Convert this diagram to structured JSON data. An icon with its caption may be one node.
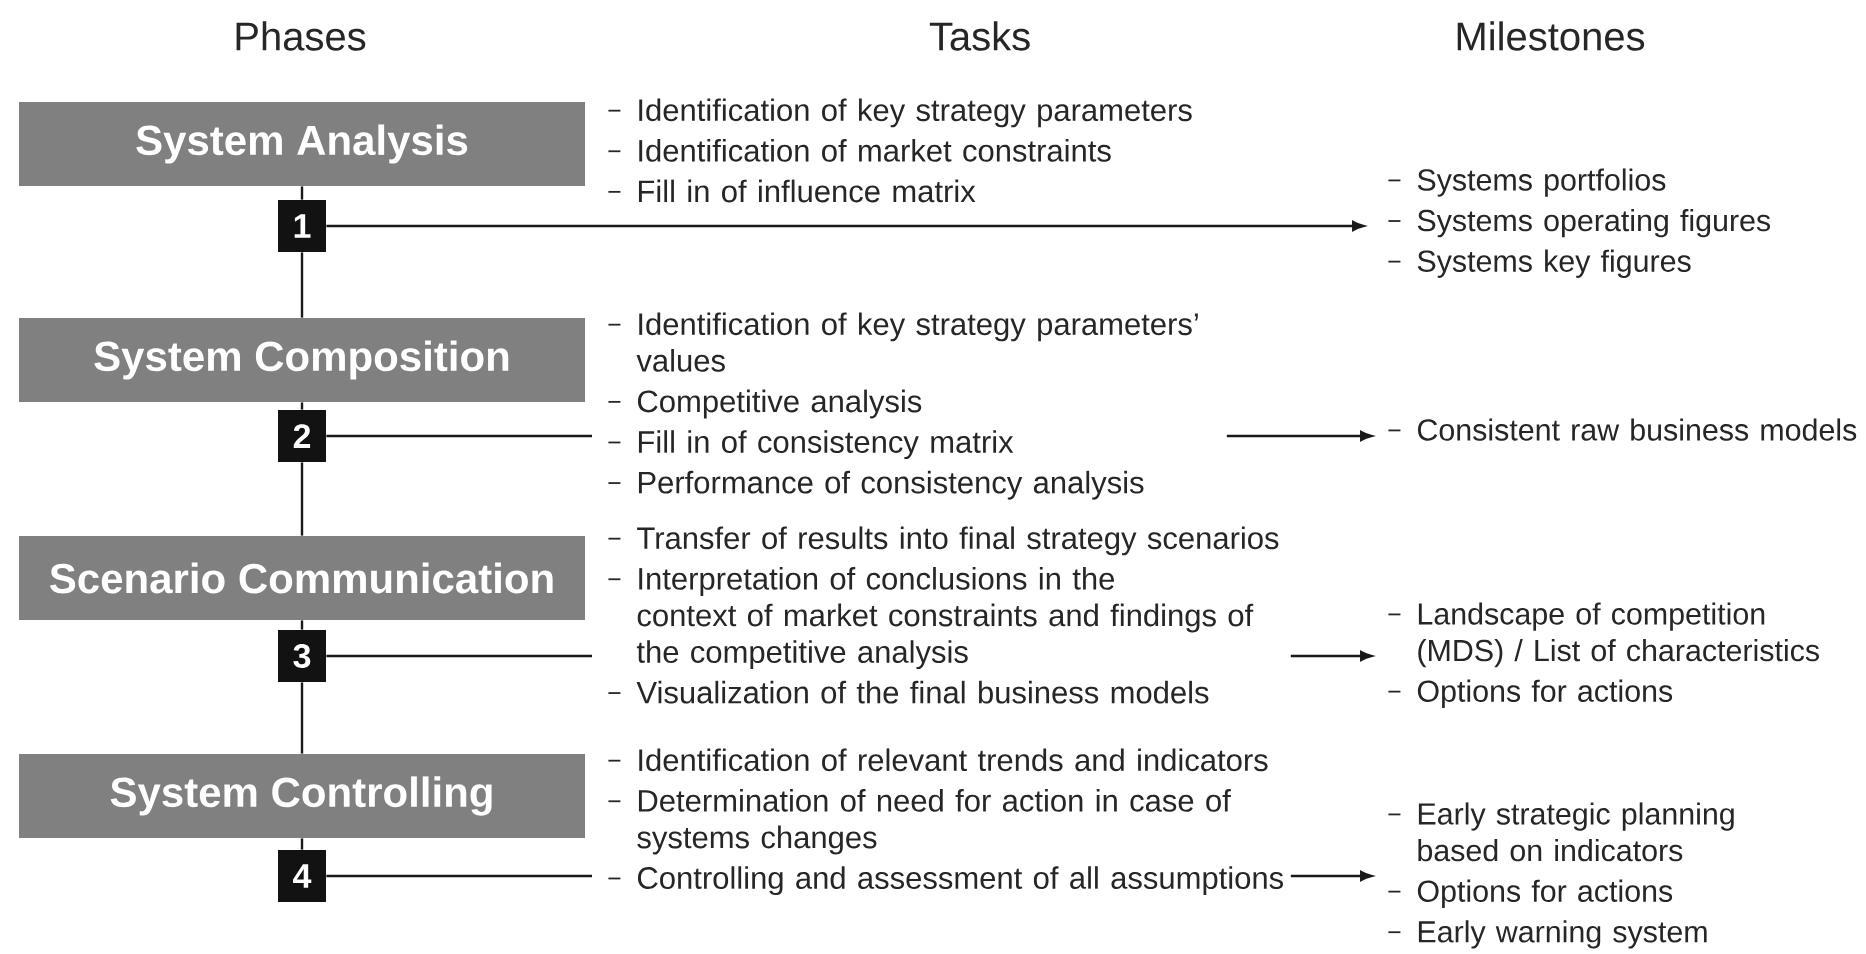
{
  "diagram": {
    "nodes": [
      {
        "text": [
          "System Analysis"
        ]
      },
      {
        "text": [
          "Identification of key strategy parameters",
          "Identification of market constraints",
          "Fill in of influence matrix"
        ]
      },
      {
        "text": [
          "1"
        ]
      },
      {
        "text": [
          "Systems portfolios",
          "Systems operating figures",
          "Systems key figures"
        ]
      },
      {
        "text": [
          "System Composition"
        ]
      },
      {
        "text": [
          "Identification of key strategy parameters’ values",
          "Competitive analysis",
          "Fill in of consistency matrix",
          "Performance of consistency analysis"
        ]
      },
      {
        "text": [
          "2"
        ]
      },
      {
        "text": [
          "Consistent raw business models"
        ]
      },
      {
        "text": [
          "Scenario Communication"
        ]
      },
      {
        "text": [
          "Transfer of results into final strategy scenarios",
          "Interpretation of conclusions in the context of market constraints and findings of the competitive analysis",
          "Visualization of the final business models"
        ]
      },
      {
        "text": [
          "3"
        ]
      },
      {
        "text": [
          "Landscape of competition (MDS) / List of characteristics",
          "Options for actions"
        ]
      },
      {
        "text": [
          "System Controlling"
        ]
      },
      {
        "text": [
          "Identification of relevant trends and indicators",
          "Determination of need for action in case of systems changes",
          "Controlling and assessment of all assumptions"
        ]
      },
      {
        "text": [
          "4"
        ]
      },
      {
        "text": [
          "Early strategic planning based on indicators",
          "Options for actions",
          "Early warning system"
        ]
      }
    ],
    "edges": [
      {
        "from": 0,
        "to": 2,
        "arrow": "none"
      },
      {
        "from": 2,
        "to": 3,
        "arrow": "to"
      },
      {
        "from": 2,
        "to": 4,
        "arrow": "none"
      },
      {
        "from": 4,
        "to": 6,
        "arrow": "none"
      },
      {
        "from": 6,
        "to": 5,
        "arrow": "none"
      },
      {
        "from": 5,
        "to": 7,
        "arrow": "to"
      },
      {
        "from": 6,
        "to": 8,
        "arrow": "none"
      },
      {
        "from": 8,
        "to": 10,
        "arrow": "none"
      },
      {
        "from": 10,
        "to": 9,
        "arrow": "none"
      },
      {
        "from": 9,
        "to": 11,
        "arrow": "to"
      },
      {
        "from": 10,
        "to": 12,
        "arrow": "none"
      },
      {
        "from": 12,
        "to": 14,
        "arrow": "none"
      },
      {
        "from": 14,
        "to": 13,
        "arrow": "none"
      },
      {
        "from": 13,
        "to": 15,
        "arrow": "to"
      }
    ],
    "labels": [
      "Phases",
      "Tasks",
      "Milestones"
    ]
  }
}
